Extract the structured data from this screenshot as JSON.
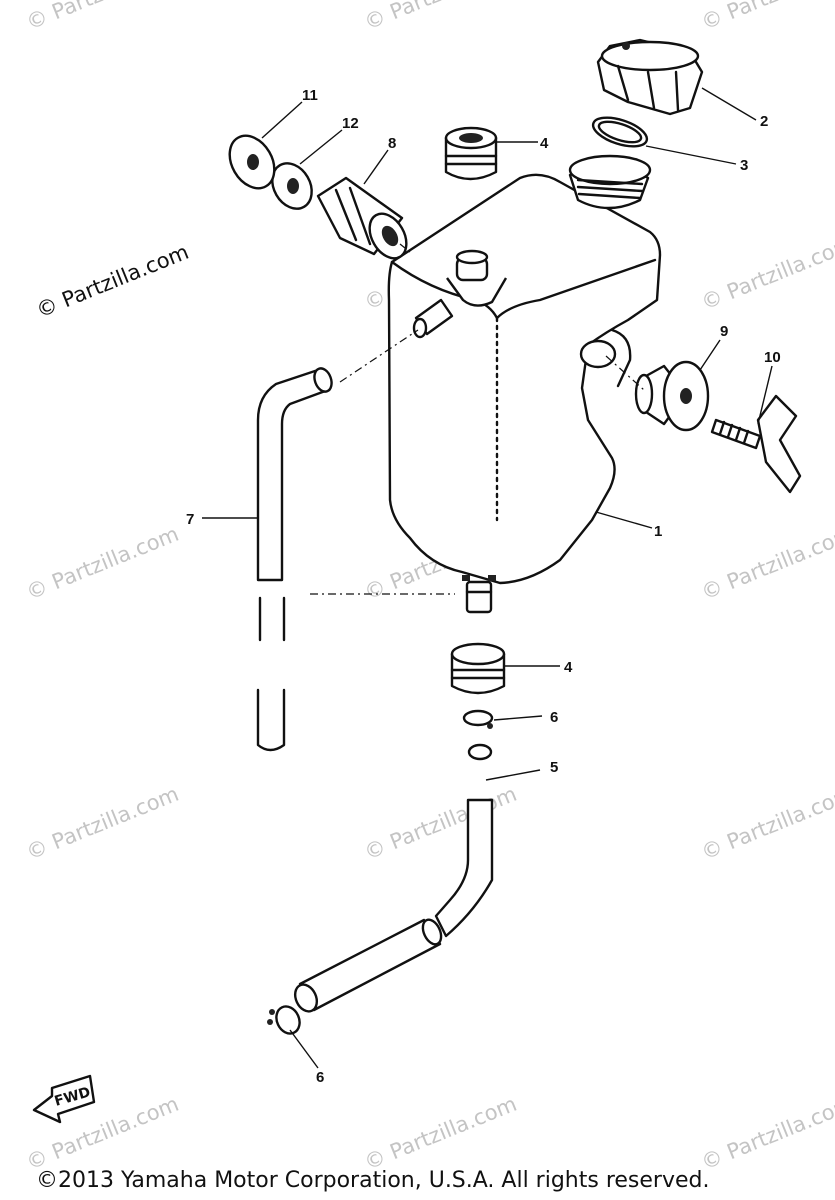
{
  "watermark": {
    "text": "© Partzilla.com",
    "color": "#c4c4c4"
  },
  "watermark_dark": "© Partzilla.com",
  "callouts": {
    "c1": "1",
    "c2": "2",
    "c3": "3",
    "c4a": "4",
    "c4b": "4",
    "c5": "5",
    "c6a": "6",
    "c6b": "6",
    "c7": "7",
    "c8": "8",
    "c9": "9",
    "c10": "10",
    "c11": "11",
    "c12": "12"
  },
  "fwd_label": "FWD",
  "copyright": "©2013 Yamaha Motor Corporation, U.S.A. All rights reserved."
}
